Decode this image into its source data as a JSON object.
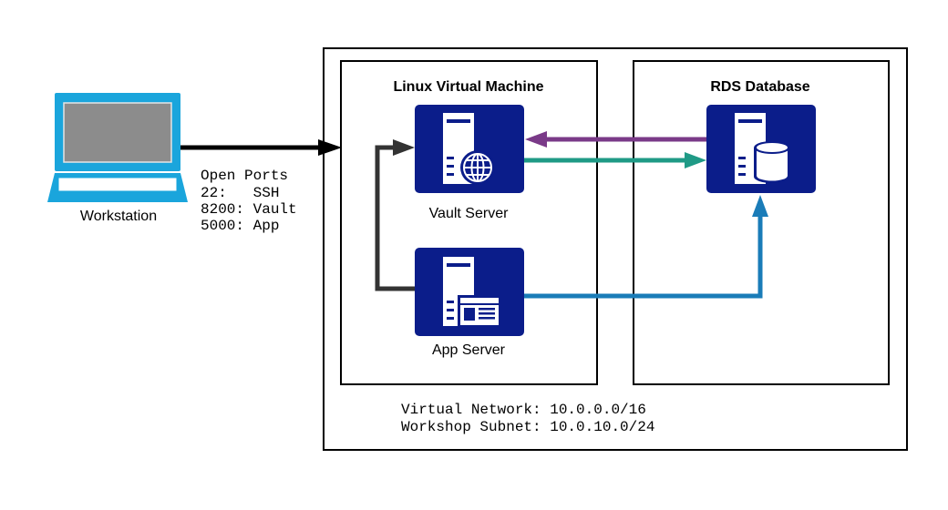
{
  "workstation": {
    "label": "Workstation"
  },
  "ports": {
    "title": "Open Ports",
    "lines": [
      "22:   SSH",
      "8200: Vault",
      "5000: App"
    ]
  },
  "vm_box": {
    "title": "Linux Virtual Machine"
  },
  "rds_box": {
    "title": "RDS Database"
  },
  "nodes": {
    "vault_server": "Vault Server",
    "app_server": "App Server"
  },
  "network": {
    "line1": "Virtual Network: 10.0.0.0/16",
    "line2": "Workshop Subnet: 10.0.10.0/24"
  },
  "colors": {
    "server_fill": "#0b1d8a",
    "laptop_blue": "#1aa5dc",
    "screen_gray": "#8c8c8c",
    "arrow_purple": "#7a3a88",
    "arrow_teal": "#1f9a86",
    "arrow_blue": "#1a7cb8",
    "arrow_dark": "#333333",
    "arrow_black": "#000000"
  }
}
